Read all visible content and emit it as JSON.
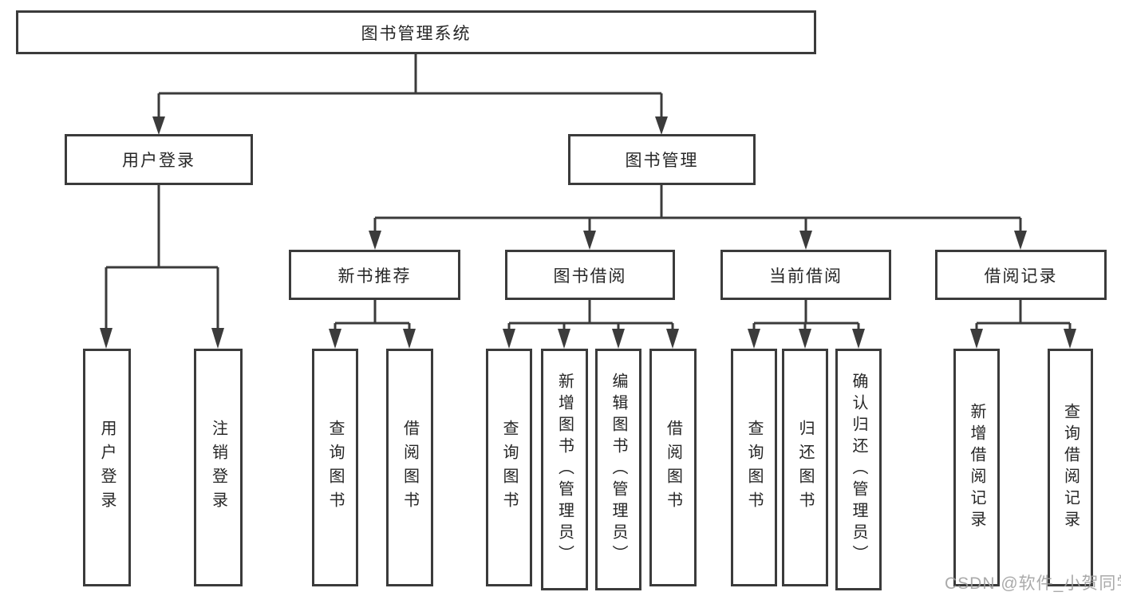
{
  "nodes": {
    "root": "图书管理系统",
    "login": "用户登录",
    "management": "图书管理",
    "new_books": "新书推荐",
    "borrowing": "图书借阅",
    "current": "当前借阅",
    "records": "借阅记录"
  },
  "leaves": {
    "login": [
      "用户登录",
      "注销登录"
    ],
    "new_books": [
      "查询图书",
      "借阅图书"
    ],
    "borrowing": [
      "查询图书",
      "新增图书（管理员）",
      "编辑图书（管理员）",
      "借阅图书"
    ],
    "current": [
      "查询图书",
      "归还图书",
      "确认归还（管理员）"
    ],
    "records": [
      "新增借阅记录",
      "查询借阅记录"
    ]
  },
  "watermark": "CSDN @软件_小贺同学",
  "colors": {
    "line": "#3b3b3b",
    "box_background": "#ffffff",
    "text": "#262626",
    "watermark": "#9e9e9e"
  }
}
